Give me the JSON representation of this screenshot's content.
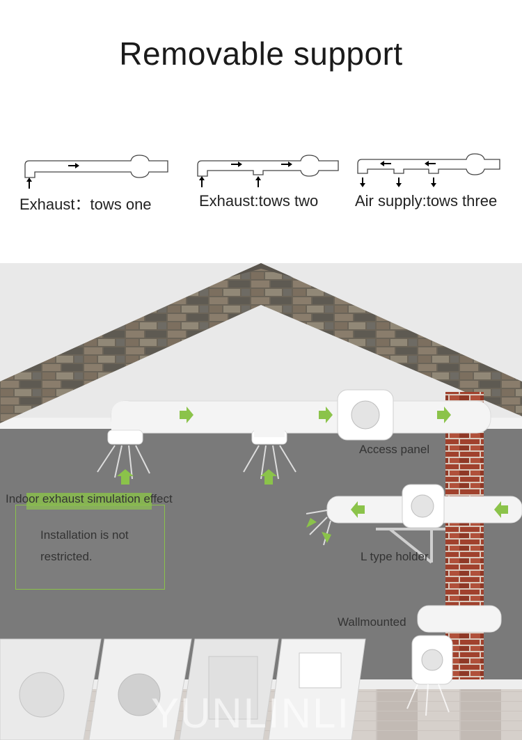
{
  "title": "Removable support",
  "diagrams": [
    {
      "caption": "Exhaust：tows one"
    },
    {
      "caption": "Exhaust:tows two"
    },
    {
      "caption": "Air supply:tows three"
    }
  ],
  "scene": {
    "access_panel": "Access panel",
    "indoor_effect": "Indoor exhaust simulation effect",
    "install_line1": "Installation is not",
    "install_line2": "restricted.",
    "l_holder": "L type holder",
    "wallmounted": "Wallmounted",
    "watermark": "YUNLINLI"
  },
  "colors": {
    "accent_green": "#8bc34a",
    "wall_gray": "#777777",
    "brick_red": "#a0412d",
    "pipe_white": "#f4f4f4"
  }
}
